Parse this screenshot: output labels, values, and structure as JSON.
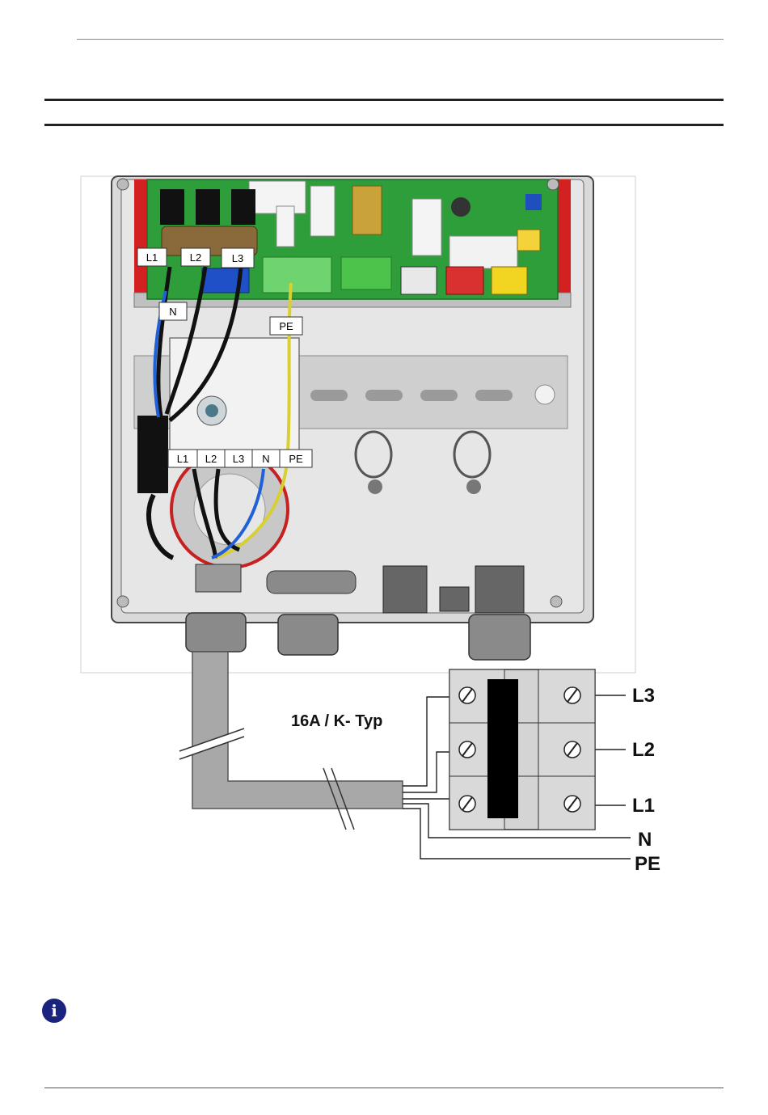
{
  "header": {
    "rule_top": true
  },
  "figure": {
    "enclosure_labels": {
      "top_l1": "L1",
      "top_l2": "L2",
      "top_l3": "L3",
      "n": "N",
      "pe": "PE",
      "term_l1": "L1",
      "term_l2": "L2",
      "term_l3": "L3",
      "term_n": "N",
      "term_pe": "PE"
    },
    "breaker_caption": "16A / K- Typ",
    "breaker_labels": {
      "l3": "L3",
      "l2": "L2",
      "l1": "L1",
      "n": "N",
      "pe": "PE"
    }
  },
  "info_icon": "info-icon"
}
